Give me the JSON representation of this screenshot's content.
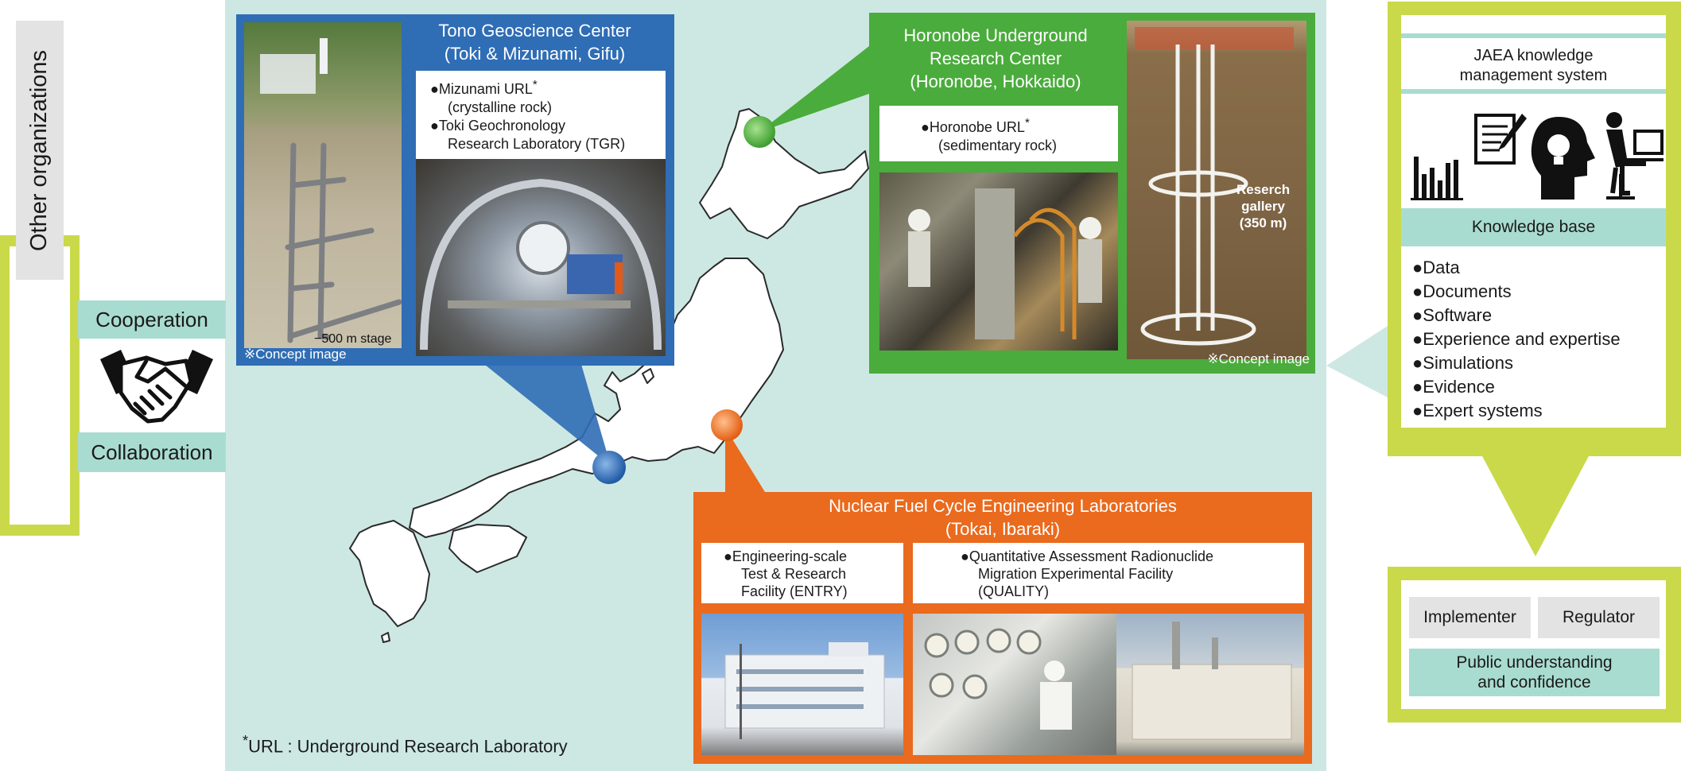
{
  "other_orgs": {
    "label": "Other organizations",
    "cooperation": "Cooperation",
    "collaboration": "Collaboration"
  },
  "tono": {
    "title_line1": "Tono Geoscience Center",
    "title_line2": "(Toki & Mizunami, Gifu)",
    "items": [
      {
        "name": "Mizunami URL",
        "mark": "*",
        "detail": "(crystalline rock)"
      },
      {
        "name": "Toki Geochronology",
        "detail": "Research Laboratory (TGR)"
      }
    ],
    "stage_label": "−500 m stage",
    "concept_caption": "※Concept image"
  },
  "horonobe": {
    "title_line1": "Horonobe Underground",
    "title_line2": "Research Center",
    "title_line3": "(Horonobe, Hokkaido)",
    "item_name": "Horonobe URL",
    "item_mark": "*",
    "item_detail": "(sedimentary rock)",
    "gallery_label_1": "Reserch",
    "gallery_label_2": "gallery",
    "gallery_label_3": "(350 m)",
    "concept_caption": "※Concept image"
  },
  "nuclear": {
    "title_line1": "Nuclear Fuel Cycle Engineering Laboratories",
    "title_line2": "(Tokai, Ibaraki)",
    "facility1": [
      "Engineering-scale",
      "Test & Research",
      "Facility (ENTRY)"
    ],
    "facility2": [
      "Quantitative Assessment Radionuclide",
      "Migration Experimental Facility",
      "(QUALITY)"
    ]
  },
  "footnote": {
    "mark": "*",
    "text": "URL : Underground Research Laboratory"
  },
  "knowledge": {
    "system_title_line1": "JAEA knowledge",
    "system_title_line2": "management system",
    "icons": [
      "bar-chart-icon",
      "document-pen-icon",
      "head-lightbulb-icon",
      "person-at-computer-icon"
    ],
    "base_label": "Knowledge base",
    "base_items": [
      "Data",
      "Documents",
      "Software",
      "Experience and expertise",
      "Simulations",
      "Evidence",
      "Expert systems"
    ]
  },
  "outputs": {
    "implementer": "Implementer",
    "regulator": "Regulator",
    "public_line1": "Public understanding",
    "public_line2": "and confidence"
  },
  "colors": {
    "teal_panel": "#cde8e3",
    "tono_blue": "#2f6db5",
    "horonobe_green": "#4aac3c",
    "nuclear_orange": "#ea6a1e",
    "frame_yellow_green": "#c9d94a",
    "strip_teal": "#a9dcd0"
  }
}
